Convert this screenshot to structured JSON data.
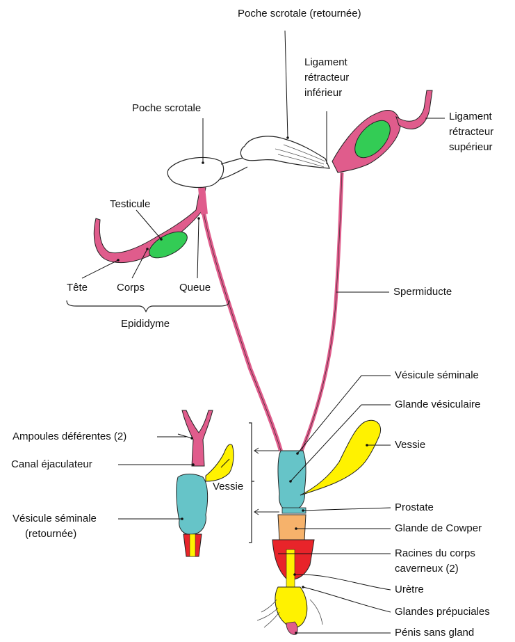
{
  "labels": {
    "poche_retournee": "Poche scrotale (retournée)",
    "lig_inf_1": "Ligament",
    "lig_inf_2": "rétracteur",
    "lig_inf_3": "inférieur",
    "poche": "Poche scrotale",
    "lig_sup_1": "Ligament",
    "lig_sup_2": "rétracteur",
    "lig_sup_3": "supérieur",
    "testicule": "Testicule",
    "tete": "Tête",
    "corps": "Corps",
    "queue": "Queue",
    "epididyme": "Epididyme",
    "spermiducte": "Spermiducte",
    "vesicule_seminale": "Vésicule séminale",
    "glande_vesiculaire": "Glande vésiculaire",
    "ampoules": "Ampoules déférentes (2)",
    "vessie": "Vessie",
    "canal": "Canal éjaculateur",
    "vessie_small": "Vessie",
    "prostate": "Prostate",
    "vesicule_ret_1": "Vésicule séminale",
    "vesicule_ret_2": "(retournée)",
    "cowper": "Glande de Cowper",
    "racines_1": "Racines du corps",
    "racines_2": "caverneux (2)",
    "uretre": "Urètre",
    "preputiales": "Glandes prépuciales",
    "penis": "Pénis sans gland"
  },
  "colors": {
    "pink": "#e05c8c",
    "green": "#33cc55",
    "cyan": "#66c4c8",
    "yellow": "#fff200",
    "orange": "#f6b26b",
    "red": "#e8242a",
    "line": "#111111"
  }
}
